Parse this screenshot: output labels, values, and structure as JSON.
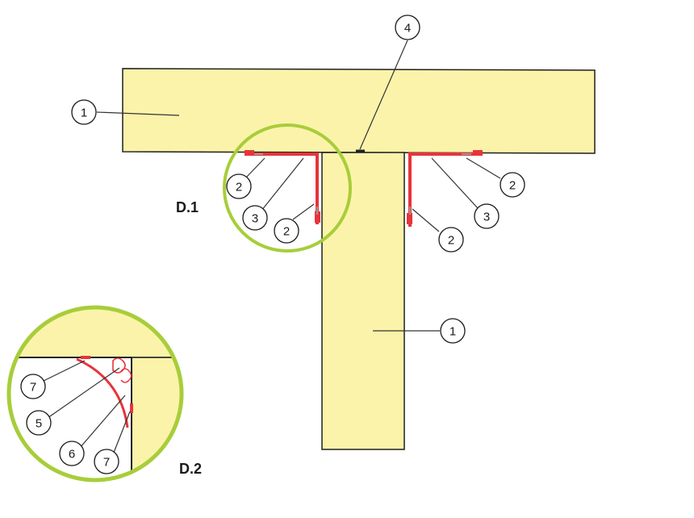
{
  "colors": {
    "panel_fill": "#fbf3aa",
    "panel_edge": "#1f1f1f",
    "detail_ring": "#a8cd3a",
    "fixing_profile": "#e8343a",
    "screw": "#9a9a9a",
    "leader": "#333333"
  },
  "details": {
    "d1": "D.1",
    "d2": "D.2"
  },
  "callouts": [
    {
      "id": "c-1-top",
      "label": "1"
    },
    {
      "id": "c-1-stem",
      "label": "1"
    },
    {
      "id": "c-2-left-a",
      "label": "2"
    },
    {
      "id": "c-3-left",
      "label": "3"
    },
    {
      "id": "c-2-left-b",
      "label": "2"
    },
    {
      "id": "c-4",
      "label": "4"
    },
    {
      "id": "c-2-right-a",
      "label": "2"
    },
    {
      "id": "c-3-right",
      "label": "3"
    },
    {
      "id": "c-2-right-b",
      "label": "2"
    },
    {
      "id": "c-7-a",
      "label": "7"
    },
    {
      "id": "c-5",
      "label": "5"
    },
    {
      "id": "c-6",
      "label": "6"
    },
    {
      "id": "c-7-b",
      "label": "7"
    }
  ]
}
